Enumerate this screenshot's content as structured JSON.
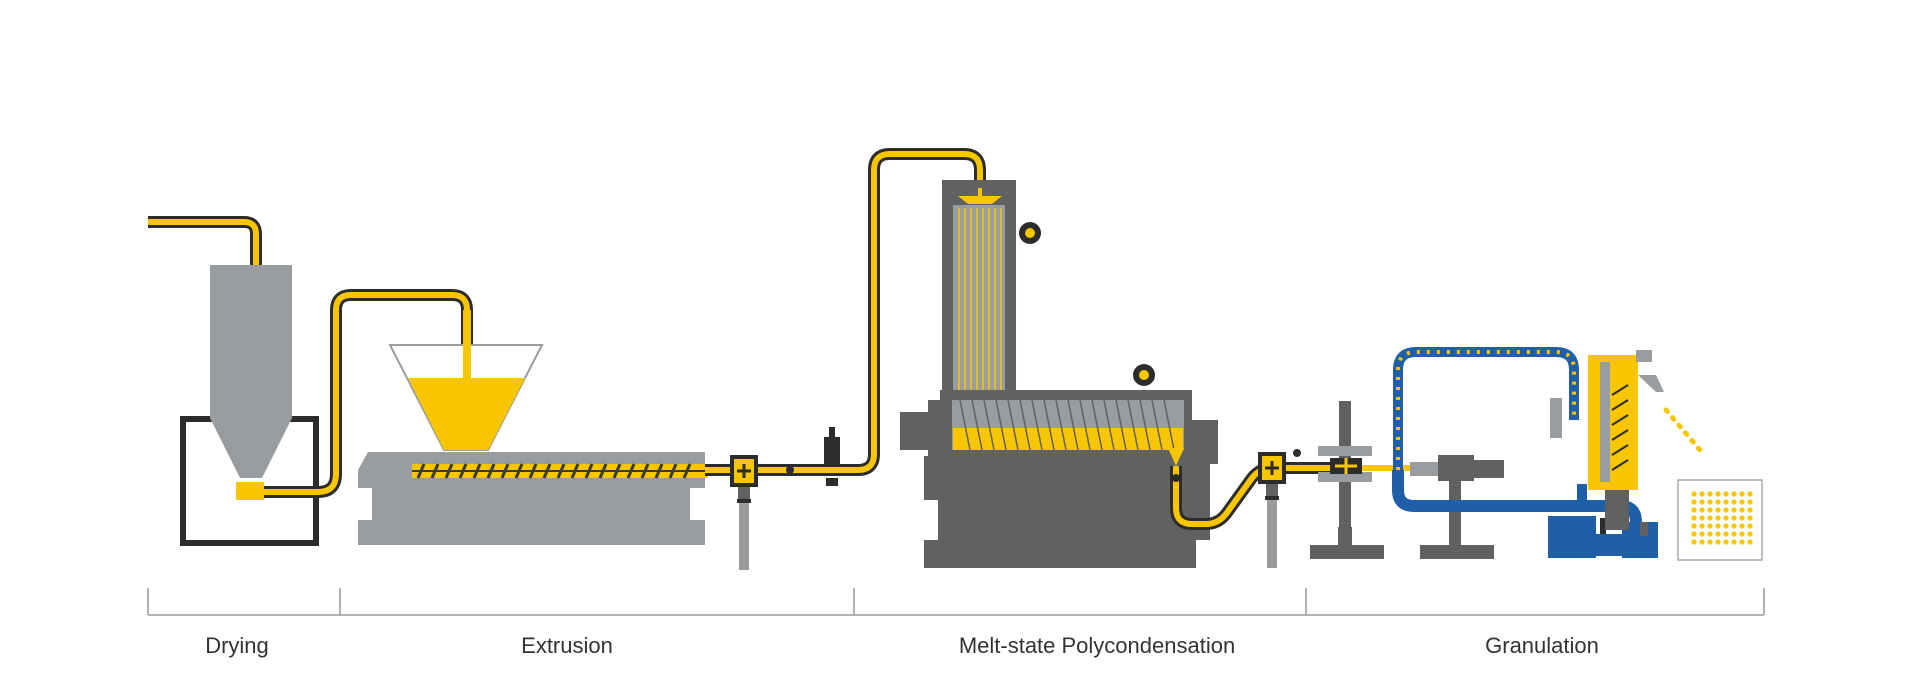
{
  "stages": [
    {
      "id": "drying",
      "label": "Drying"
    },
    {
      "id": "extrusion",
      "label": "Extrusion"
    },
    {
      "id": "polycondensation",
      "label": "Melt-state Polycondensation"
    },
    {
      "id": "granulation",
      "label": "Granulation"
    }
  ],
  "colors": {
    "melt": "#f7c600",
    "equipment": "#9a9d9f",
    "equipment_dark": "#5f6163",
    "frame": "#2c2c2c",
    "coolant": "#1f5fa8",
    "divider": "#999999"
  },
  "icons": [
    "dryer-hopper",
    "extruder-screw",
    "feed-funnel",
    "melt-filter",
    "reactor-column",
    "horizontal-reactor",
    "strand-pelletizer",
    "water-pump",
    "pellet-tray"
  ]
}
